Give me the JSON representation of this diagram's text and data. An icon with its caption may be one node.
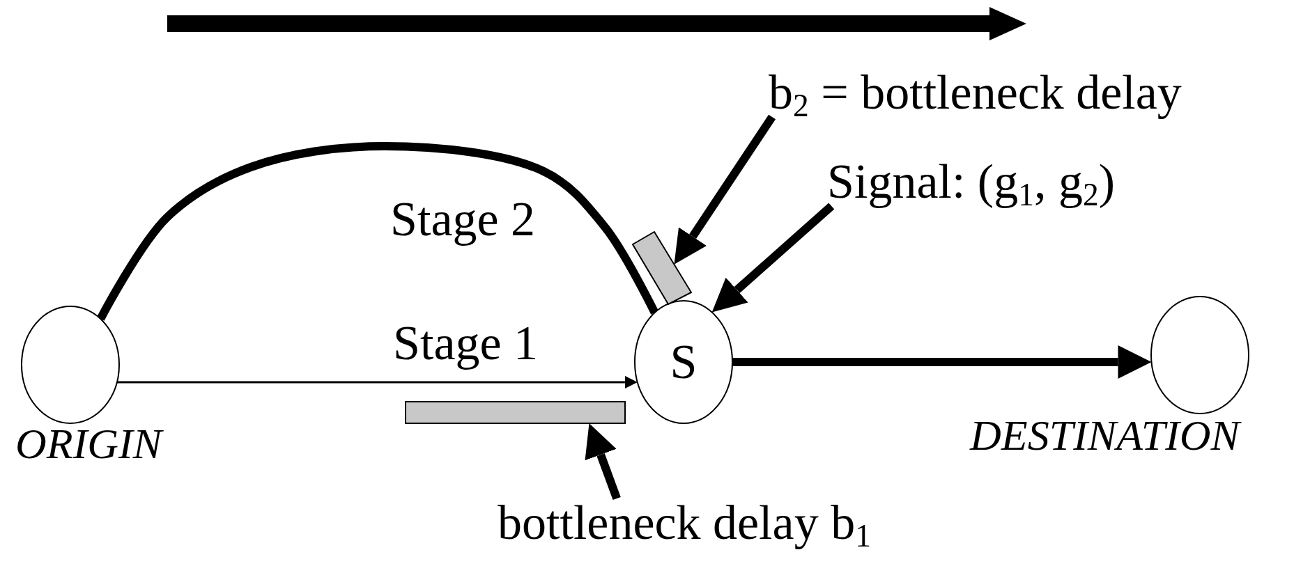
{
  "diagram": {
    "nodes": [
      {
        "text": [
          "ORIGIN"
        ]
      },
      {
        "text": [
          "S"
        ]
      },
      {
        "text": [
          "DESTINATION"
        ]
      },
      {
        "text": [],
        "shape": "bar"
      },
      {
        "text": [],
        "shape": "bar"
      },
      {
        "text": [
          "b$_{2}$ = bottleneck delay"
        ]
      },
      {
        "text": [
          "Signal: (g$_{1}$, g$_{2}$)"
        ]
      },
      {
        "text": [
          "bottleneck delay b$_{1}$"
        ]
      }
    ],
    "edges": [
      {
        "from": 0,
        "to": 1,
        "arrow": "to",
        "label": "Stage 1"
      },
      {
        "from": 0,
        "to": 1,
        "arrow": "none",
        "label": "Stage 2"
      },
      {
        "from": 1,
        "to": 2,
        "arrow": "to"
      },
      {
        "from": 5,
        "to": 4,
        "arrow": "to"
      },
      {
        "from": 6,
        "to": 1,
        "arrow": "to"
      },
      {
        "from": 7,
        "to": 3,
        "arrow": "to"
      }
    ]
  }
}
